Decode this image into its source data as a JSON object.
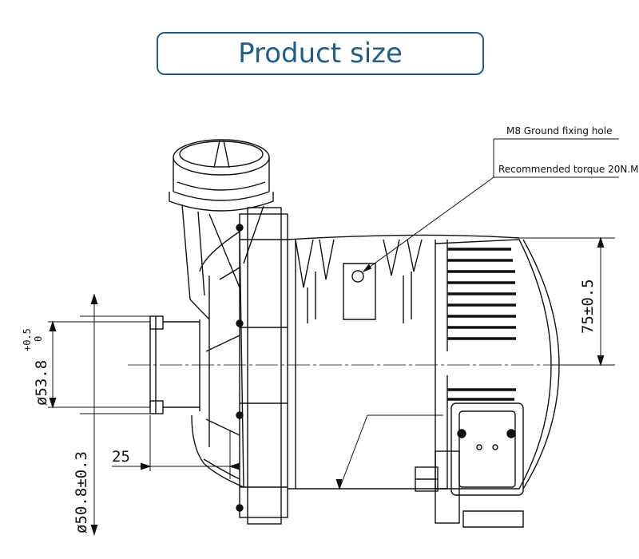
{
  "header": {
    "title": "Product size"
  },
  "callouts": {
    "fixing_hole": "M8  Ground fixing hole",
    "torque": "Recommended torque 20N.M"
  },
  "dimensions": {
    "height_75": "75±0.5",
    "dia_53_main": "ø53.8",
    "dia_53_tol_upper": "+0.5",
    "dia_53_tol_lower": "0",
    "dia_50": "ø50.8±0.3",
    "len_25": "25"
  },
  "colors": {
    "accent": "#1f5e8c",
    "line": "#111111"
  }
}
